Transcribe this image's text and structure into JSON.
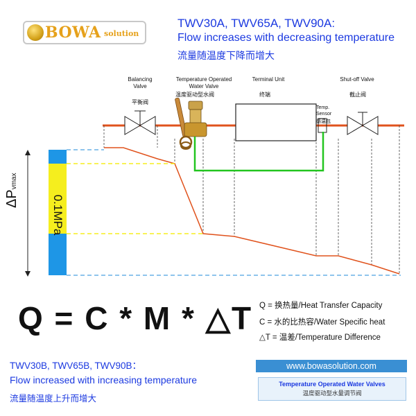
{
  "logo": {
    "brand": "BOWA",
    "suffix": "solution"
  },
  "header": {
    "models_a": "TWV30A, TWV65A, TWV90A:",
    "desc_a": "Flow increases with decreasing temperature",
    "desc_a_zh": "流量随温度下降而增大"
  },
  "diagram": {
    "balancing_valve": {
      "line1": "Balancing",
      "line2": "Valve",
      "zh": "平衡阀"
    },
    "temp_valve": {
      "line1": "Temperature Operated",
      "line2": "Water Valve",
      "zh": "温度驱动型水阀"
    },
    "terminal_unit": {
      "en": "Terminal Unit",
      "zh": "终端"
    },
    "temp_sensor": {
      "line1": "Temp.",
      "line2": "Sensor",
      "zh": "感温包"
    },
    "shutoff_valve": {
      "en": "Shut-off Valve",
      "zh": "截止阀"
    },
    "bar_label": "0.1MPa",
    "delta_p": "ΔP",
    "delta_p_sub": "vmax",
    "colors": {
      "pipe": "#e0521c",
      "sensor_line": "#22c51f",
      "dashed": "#4aa0e0",
      "bar_blue": "#1e96e6",
      "bar_yellow": "#f5ee1e"
    }
  },
  "formula": {
    "text": "Q = C * M * △T",
    "legend_q": "Q = 换热量/Heat Transfer Capacity",
    "legend_c": "C = 水的比热容/Water Specific heat",
    "legend_t": "△T = 温差/Temperature Difference"
  },
  "footer": {
    "models_b": "TWV30B, TWV65B, TWV90B：",
    "desc_b": "Flow increased with increasing temperature",
    "desc_b_zh": "流量随温度上升而增大",
    "url": "www.bowasolution.com",
    "product_en": "Temperature Operated Water Valves",
    "product_zh": "温度驱动型水量调节阀"
  }
}
